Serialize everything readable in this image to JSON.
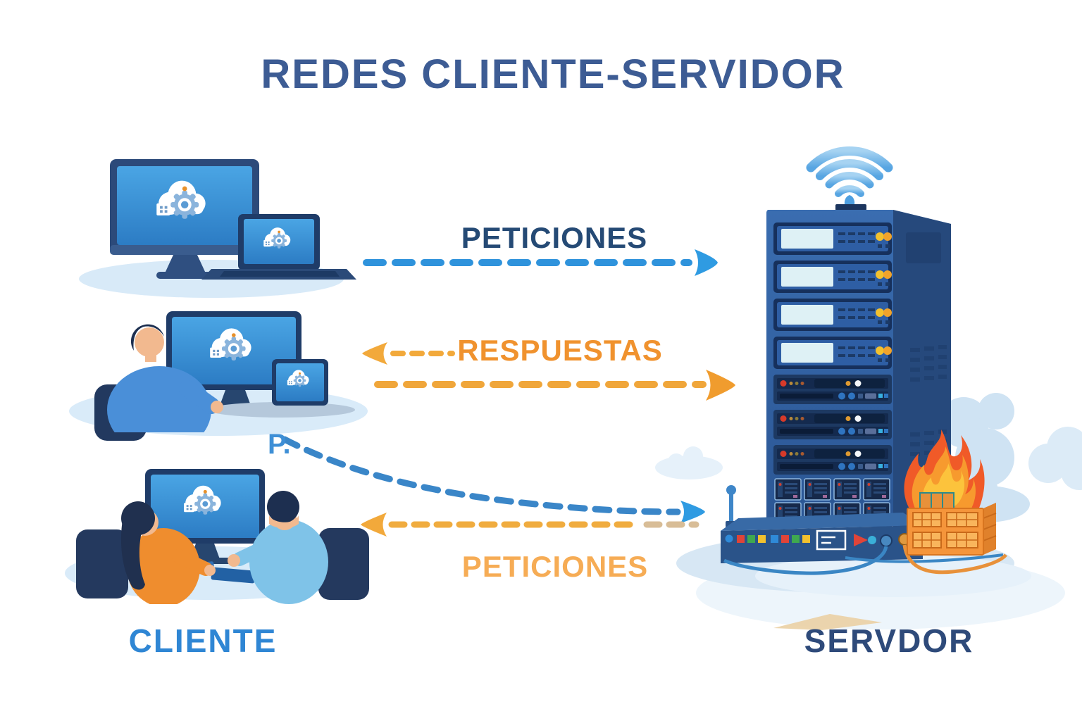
{
  "title": "REDES CLIENTE-SERVIDOR",
  "flows": {
    "requests_top": {
      "label": "PETICIONES",
      "direction": "client-to-server",
      "arrow_color": "#2f93dc"
    },
    "responses": {
      "label": "RESPUESTAS",
      "direction": "server-to-client",
      "arrow_color": "#f2a93b"
    },
    "requests_bottom": {
      "label": "PETICIONES",
      "direction": "server-to-client",
      "arrow_color": "#f2a93b"
    },
    "marker": "P."
  },
  "entities": {
    "client": {
      "label": "CLIENTE",
      "color": "#2f86d4"
    },
    "server": {
      "label": "SERVDOR",
      "color": "#2e4a7a"
    }
  },
  "colors": {
    "title": "#3d5c94",
    "requests_top_label": "#254a75",
    "responses_label": "#f0922e",
    "requests_bottom_label": "#f6ac55",
    "blue_arrow": "#2f93dc",
    "orange_arrow": "#f2a93b",
    "rack_front": "#30609f",
    "rack_side": "#26497c",
    "flame_orange": "#f79a2e",
    "brick_wall": "#f5953b",
    "cloud_shadow": "#d9ebf9"
  },
  "icons": [
    "wifi-icon",
    "cloud-gear-icon",
    "flame-icon",
    "firewall-bricks-icon",
    "desktop-monitor-icon",
    "laptop-icon",
    "tablet-icon",
    "server-rack-icon",
    "antenna-icon",
    "led-indicator-icon"
  ]
}
